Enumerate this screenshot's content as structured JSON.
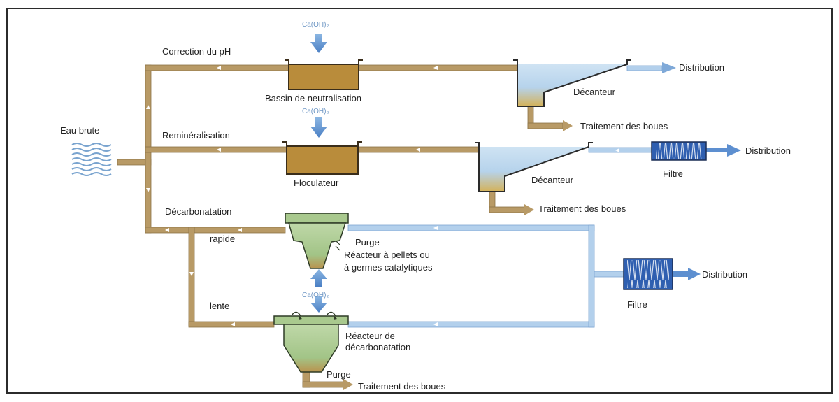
{
  "inputs": {
    "raw_water": "Eau brute",
    "chemical": "Ca(OH)₂"
  },
  "branch_ph": {
    "title": "Correction du pH",
    "tank": "Bassin de neutralisation",
    "settler": "Décanteur",
    "sludge": "Traitement des boues",
    "output": "Distribution"
  },
  "branch_remin": {
    "title": "Reminéralisation",
    "tank": "Floculateur",
    "settler": "Décanteur",
    "sludge": "Traitement des boues",
    "filter": "Filtre",
    "output": "Distribution"
  },
  "branch_decarb": {
    "title": "Décarbonatation",
    "fast": "rapide",
    "slow": "lente",
    "purge_top": "Purge",
    "reactor_pellets_1": "Réacteur à pellets ou",
    "reactor_pellets_2": "à germes catalytiques",
    "reactor_decarb_1": "Réacteur de",
    "reactor_decarb_2": "décarbonatation",
    "purge_bottom": "Purge",
    "sludge": "Traitement des boues",
    "filter": "Filtre",
    "output": "Distribution"
  },
  "colors": {
    "brown_pipe": "#b89a66",
    "blue_pipe": "#9ec2e6",
    "blue_arrow": "#5d8fd0",
    "tank_brown": "#b98c3b",
    "green": "#a9c98e",
    "filter_blue": "#2f5fb0"
  }
}
